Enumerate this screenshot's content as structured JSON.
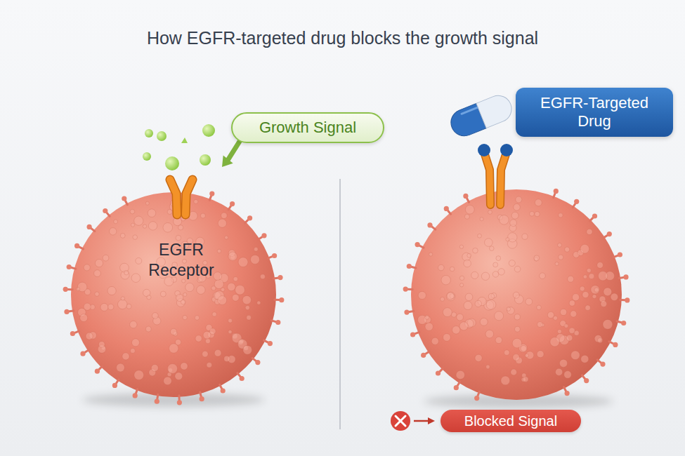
{
  "diagram": {
    "title": "How EGFR-targeted drug blocks the growth signal",
    "nodes": [
      {
        "text": [
          "Growth Signal"
        ]
      },
      {
        "text": [
          "EGFR Receptor"
        ]
      },
      {
        "text": [
          "EGFR-Targeted Drug"
        ]
      },
      {
        "text": [
          "Blocked Signal"
        ]
      }
    ]
  }
}
